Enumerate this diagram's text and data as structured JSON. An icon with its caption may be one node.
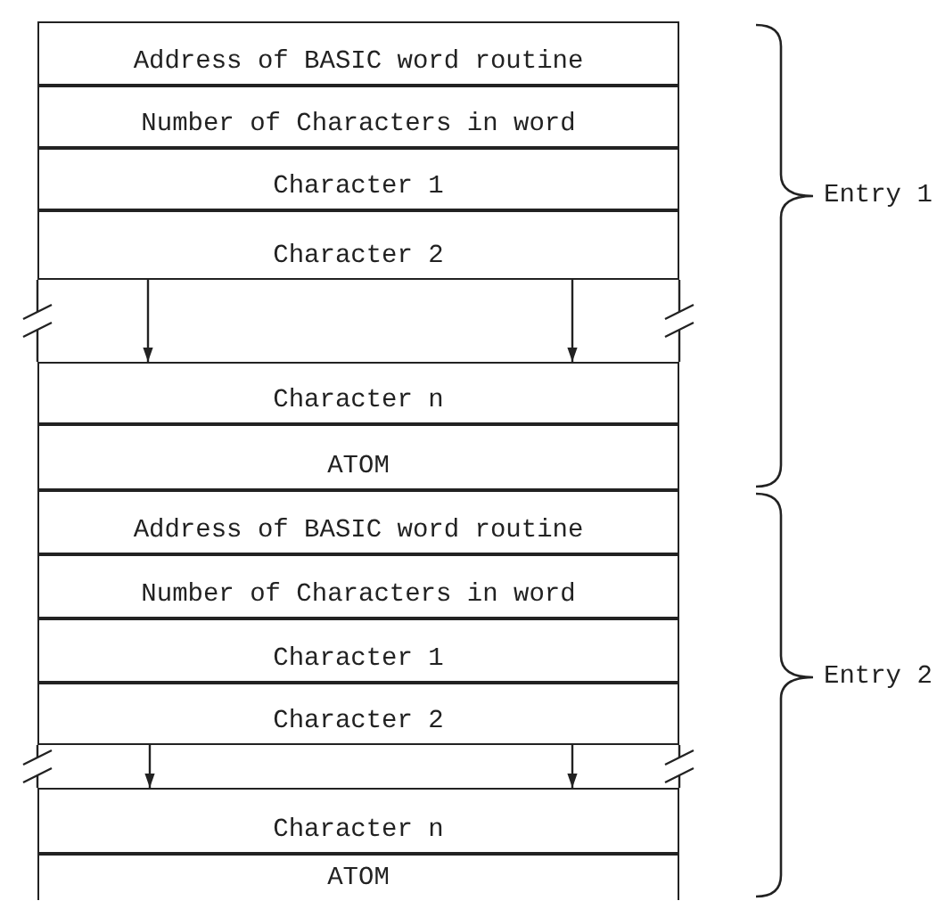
{
  "diagram": {
    "nodes": [
      {
        "text": [
          "Address of BASIC word routine"
        ]
      },
      {
        "text": [
          "Number of Characters in word"
        ]
      },
      {
        "text": [
          "Character 1"
        ]
      },
      {
        "text": [
          "Character 2"
        ]
      },
      {
        "text": [
          "Character n"
        ]
      },
      {
        "text": [
          "ATOM"
        ]
      },
      {
        "text": [
          "Address of BASIC word routine"
        ]
      },
      {
        "text": [
          "Number of Characters in word"
        ]
      },
      {
        "text": [
          "Character 1"
        ]
      },
      {
        "text": [
          "Character 2"
        ]
      },
      {
        "text": [
          "Character n"
        ]
      },
      {
        "text": [
          "ATOM"
        ]
      }
    ],
    "edges": [
      {
        "from": 3,
        "to": 4,
        "arrow": "to"
      },
      {
        "from": 3,
        "to": 4,
        "arrow": "to"
      },
      {
        "from": 9,
        "to": 10,
        "arrow": "to"
      },
      {
        "from": 9,
        "to": 10,
        "arrow": "to"
      }
    ],
    "labels": [
      "Entry 1",
      "Entry 2"
    ]
  }
}
